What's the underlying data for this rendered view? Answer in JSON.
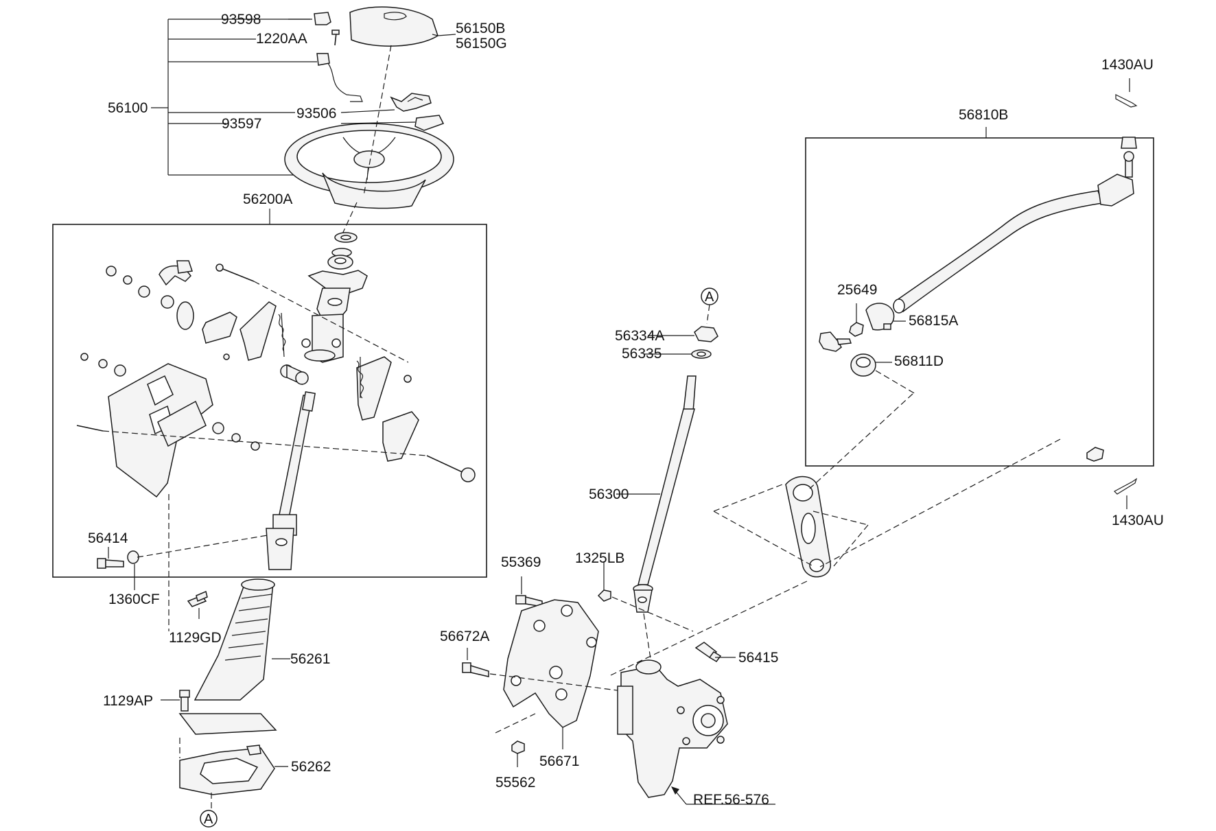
{
  "labels": {
    "p93598": "93598",
    "p1220AA": "1220AA",
    "p56150B": "56150B",
    "p56150G": "56150G",
    "p56100": "56100",
    "p93506": "93506",
    "p93597": "93597",
    "p56200A": "56200A",
    "p56414": "56414",
    "p1360CF": "1360CF",
    "p1129GD": "1129GD",
    "p56261": "56261",
    "p1129AP": "1129AP",
    "p56262": "56262",
    "p55369": "55369",
    "p56672A": "56672A",
    "p55562": "55562",
    "p56671": "56671",
    "p1325LB": "1325LB",
    "p56300": "56300",
    "p56334A": "56334A",
    "p56335": "56335",
    "p56415": "56415",
    "ref": "REF.56-576",
    "p1430AU_top": "1430AU",
    "p56810B": "56810B",
    "p25649": "25649",
    "p56815A": "56815A",
    "p56811D": "56811D",
    "p1430AU_bottom": "1430AU",
    "circleA_top": "A",
    "circleA_bottom": "A"
  },
  "colors": {
    "line": "#1a1a1a",
    "part_fill": "#f4f4f4",
    "background": "#ffffff"
  }
}
